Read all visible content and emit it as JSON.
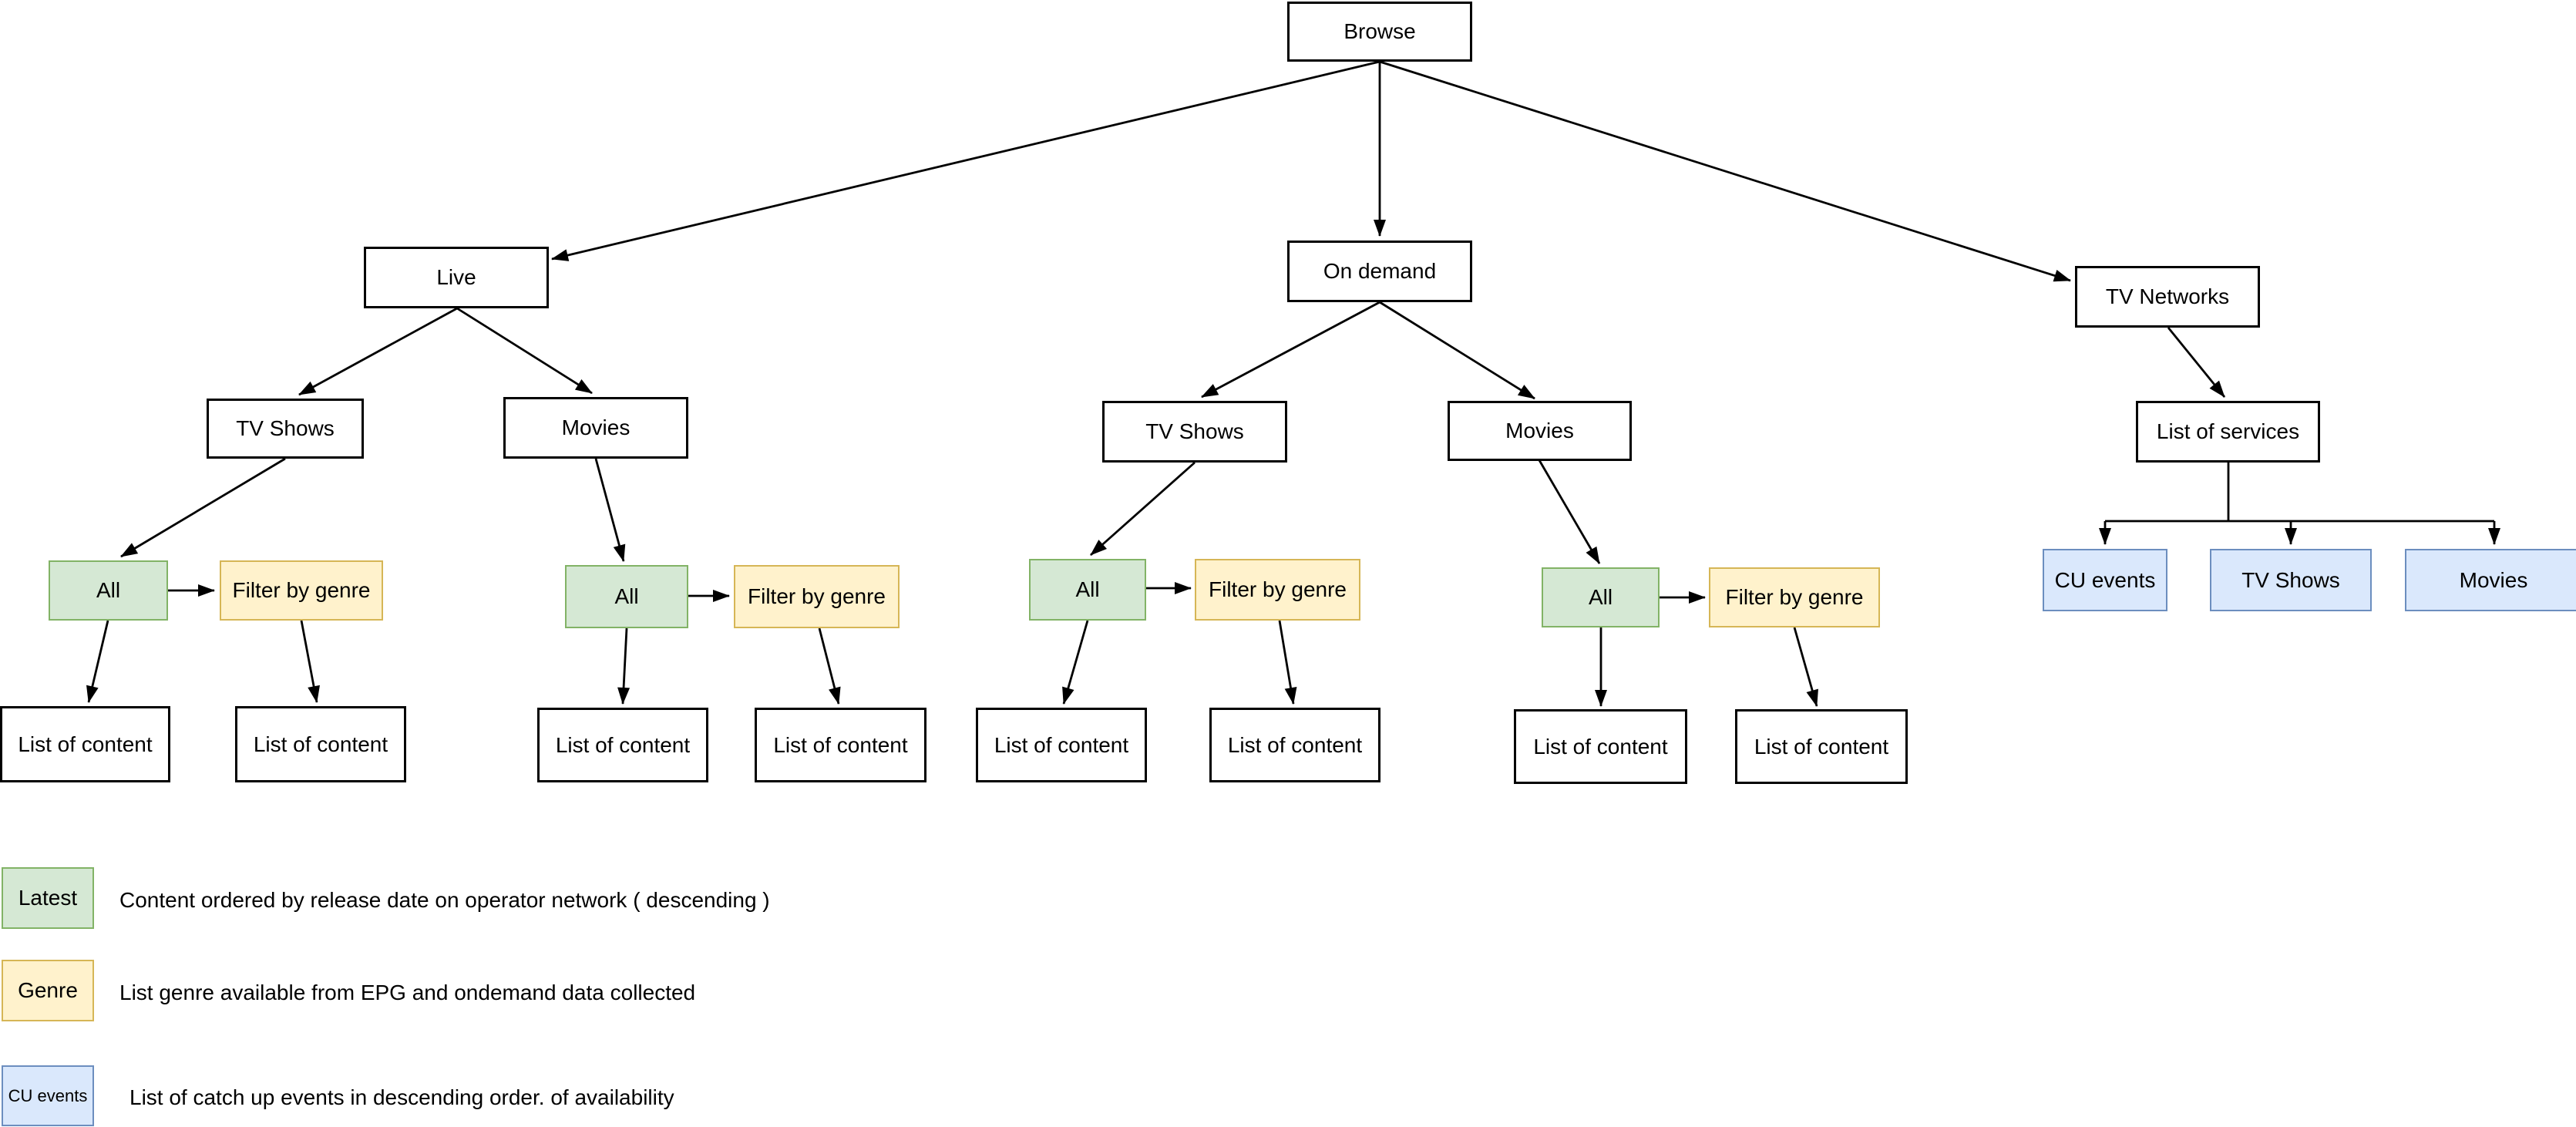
{
  "diagram": {
    "labels": {
      "browse": "Browse",
      "live": "Live",
      "on_demand": "On demand",
      "tv_networks": "TV Networks",
      "tv_shows": "TV Shows",
      "movies": "Movies",
      "list_of_services": "List of services",
      "all": "All",
      "filter_by_genre": "Filter by genre",
      "list_of_content": "List of content",
      "cu_events": "CU events"
    },
    "legend": {
      "items": [
        {
          "id": "latest",
          "swatch": "Latest",
          "description": "Content ordered by release date on operator network ( descending )"
        },
        {
          "id": "genre",
          "swatch": "Genre",
          "description": "List genre available from EPG and ondemand data collected"
        },
        {
          "id": "cu-events",
          "swatch": "CU events",
          "description": "List of catch up events in descending order. of availability"
        }
      ]
    }
  },
  "colors": {
    "white_fill": "#ffffff",
    "node_border": "#000000",
    "green_fill": "#d5e8d4",
    "green_border": "#82b366",
    "yellow_fill": "#fff2cc",
    "yellow_border": "#d6b656",
    "blue_fill": "#dae8fc",
    "blue_border": "#6c8ebf",
    "edge": "#000000",
    "text": "#000000"
  }
}
